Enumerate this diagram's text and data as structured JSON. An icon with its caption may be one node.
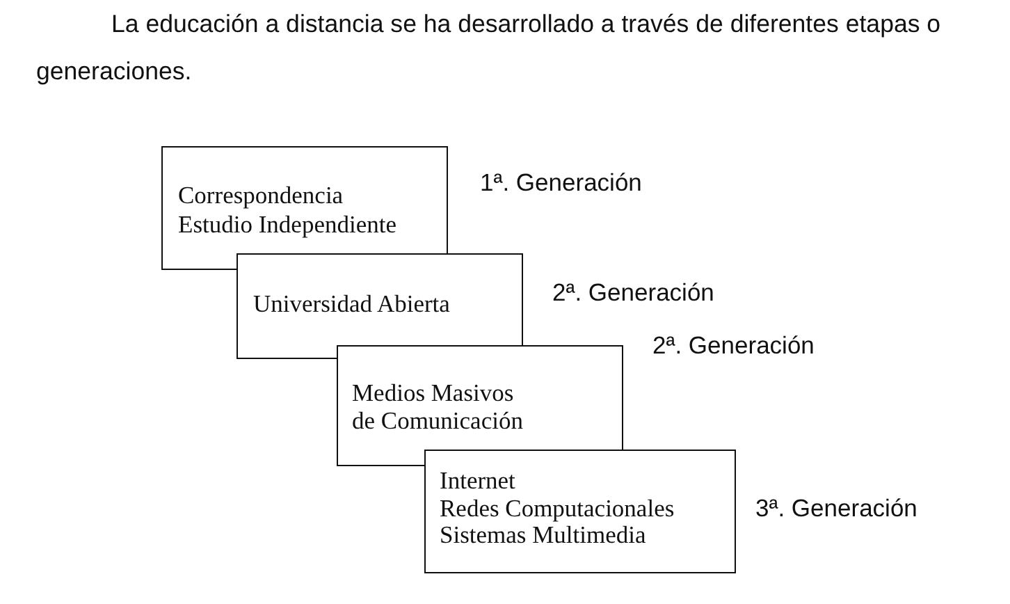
{
  "diagram": {
    "title": "La educación a distancia se ha desarrollado a través de diferentes etapas o generaciones.",
    "nodes": [
      {
        "text": [
          "Correspondencia",
          "Estudio Independiente"
        ],
        "beside": [
          "1ª. Generación"
        ]
      },
      {
        "text": [
          "Universidad Abierta"
        ],
        "beside": [
          "2ª. Generación"
        ]
      },
      {
        "text": [
          "Medios Masivos de Comunicación"
        ],
        "beside": [
          "2ª. Generación"
        ]
      },
      {
        "text": [
          "Internet",
          "Redes Computacionales",
          "Sistemas Multimedia"
        ],
        "beside": [
          "3ª. Generación"
        ]
      }
    ]
  }
}
